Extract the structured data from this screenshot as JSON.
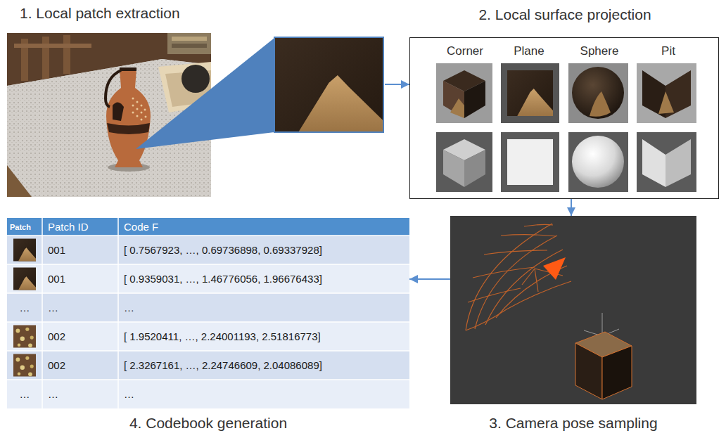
{
  "diagram": {
    "nodes": [
      {
        "text": [
          "1. Local patch extraction"
        ]
      },
      {
        "text": [
          "2. Local surface projection",
          "Corner",
          "Plane",
          "Sphere",
          "Pit"
        ]
      },
      {
        "text": [
          "3. Camera pose sampling"
        ]
      },
      {
        "text": [
          "4. Codebook generation"
        ]
      }
    ],
    "edges": [
      {
        "from": 0,
        "to": 1,
        "arrow": "to"
      },
      {
        "from": 1,
        "to": 2,
        "arrow": "to"
      },
      {
        "from": 2,
        "to": 3,
        "arrow": "to"
      }
    ],
    "labels": [
      "Patch",
      "Patch ID",
      "Code F",
      "001",
      "[ 0.7567923, …, 0.69736898, 0.69337928]",
      "001",
      "[ 0.9359031, …, 1.46776056, 1.96676433]",
      "…",
      "…",
      "…",
      "002",
      "[ 1.9520411, …, 2.24001193, 2.51816773]",
      "002",
      "[ 2.3267161, …, 2.24746609, 2.04086089]",
      "…",
      "…",
      "…"
    ]
  }
}
